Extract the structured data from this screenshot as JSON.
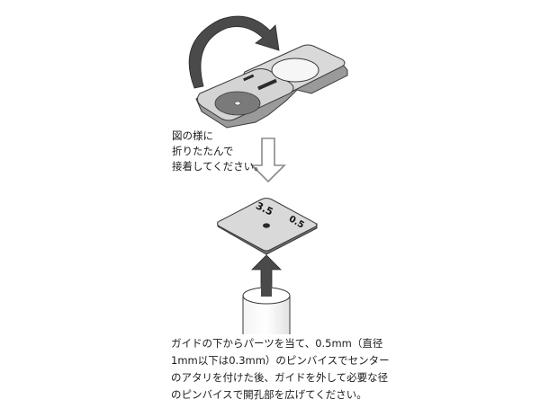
{
  "fold_step": {
    "caption_lines": [
      "図の様に",
      "折りたたんで",
      "接着してください。"
    ]
  },
  "drill_step": {
    "plate_label_large": "3.5",
    "plate_label_small": "0.5",
    "caption_lines": [
      "ガイドの下からパーツを当て、0.5mm（直径",
      "1mm以下は0.3mm）のピンバイスでセンター",
      "のアタリを付けた後、ガイドを外して必要な径",
      "のピンバイスで開孔部を広げてください。"
    ]
  },
  "colors": {
    "plate_fill": "#dcdcdc",
    "plate_edge": "#3a3a3a",
    "dark_disc": "#7a7a7a",
    "arrow_fill": "#4a4a4a",
    "outline_arrow": "#9a9a9a"
  }
}
